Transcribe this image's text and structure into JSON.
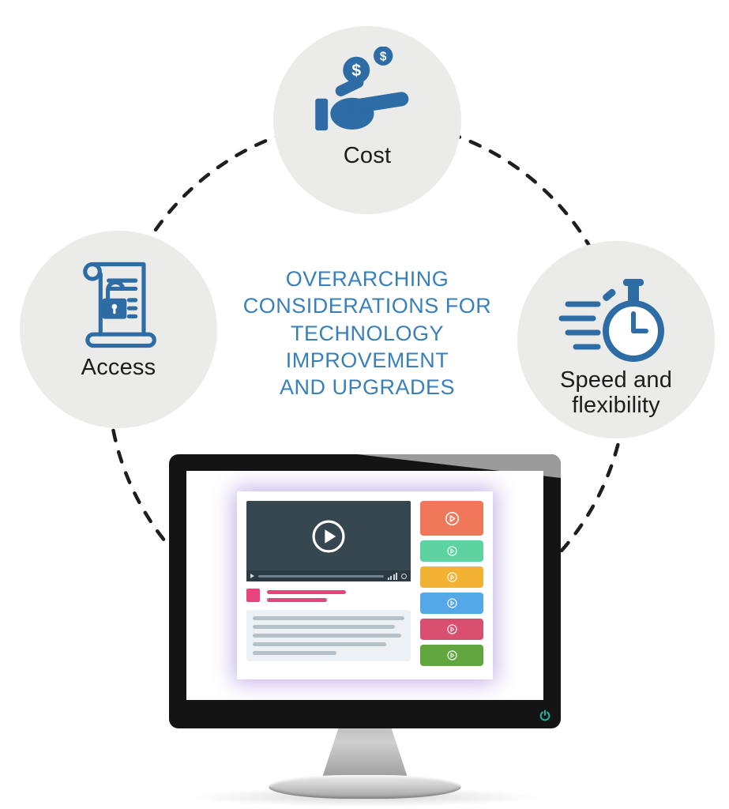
{
  "colors": {
    "icon_blue": "#2d6ca4",
    "title_blue": "#3a80b8",
    "node_bg": "#ebece9",
    "dash": "#1e1e1e",
    "label_dark": "#1c1c1c",
    "player_dark": "#37474f",
    "player_bar": "#2c3a43",
    "tag_pink": "#e8457c",
    "line_gray": "#b6c2ca",
    "panel_gray": "#eef1f3",
    "power_teal": "#17b8a2",
    "glow_purple": "rgba(130,90,205,0.45)"
  },
  "diagram": {
    "title": "OVERARCHING\nCONSIDERATIONS FOR\nTECHNOLOGY\nIMPROVEMENT\nAND UPGRADES",
    "nodes": {
      "cost": {
        "label": "Cost",
        "icon": "coins-in-hand-icon",
        "coin_symbol": "$"
      },
      "access": {
        "label": "Access",
        "icon": "scroll-unlock-icon"
      },
      "speed": {
        "label": "Speed and\nflexibility",
        "icon": "stopwatch-icon"
      }
    }
  },
  "monitor": {
    "screen": {
      "sidebar_buttons": [
        {
          "color": "#f0785a",
          "icon": "play-icon"
        },
        {
          "color": "#5ed3a2",
          "icon": "play-icon"
        },
        {
          "color": "#f2b234",
          "icon": "play-icon"
        },
        {
          "color": "#55a8e8",
          "icon": "play-icon"
        },
        {
          "color": "#d94f70",
          "icon": "play-icon"
        },
        {
          "color": "#61a63f",
          "icon": "play-icon"
        }
      ]
    }
  }
}
